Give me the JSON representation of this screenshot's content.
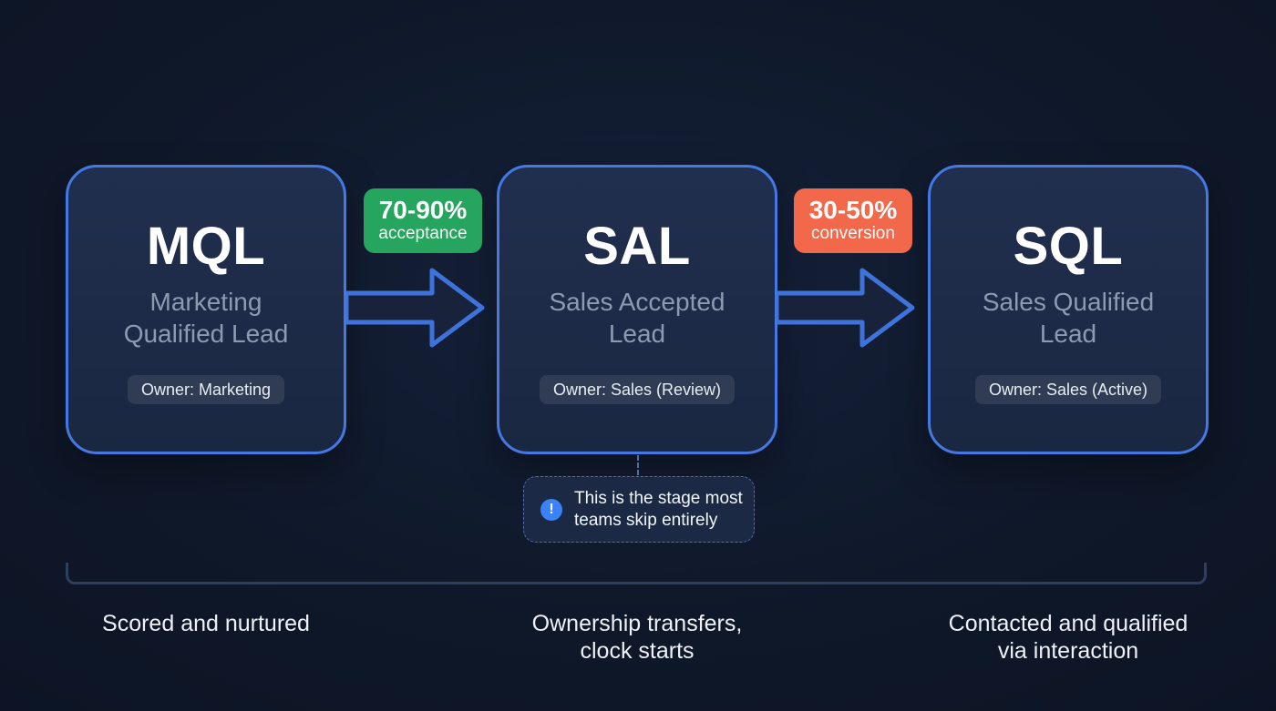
{
  "theme": {
    "background": "#0f1829",
    "card_background": "#1c2a45",
    "card_border_blue": "#4478e2",
    "arrow_blue": "#3f73dc",
    "accent_green": "#25a55d",
    "accent_orange": "#f2684b",
    "info_icon_blue": "#3b82f6",
    "muted_subtitle_text": "#8e9ab0",
    "bracket_line": "#2e3e5d"
  },
  "stages": [
    {
      "acronym": "MQL",
      "subtitle": "Marketing Qualified Lead",
      "subtitle_lines": [
        "Marketing",
        "Qualified Lead"
      ],
      "owner": "Owner: Marketing",
      "footnote": "Scored and nurtured",
      "footnote_lines": [
        "Scored and nurtured"
      ]
    },
    {
      "acronym": "SAL",
      "subtitle": "Sales Accepted Lead",
      "subtitle_lines": [
        "Sales Accepted",
        "Lead"
      ],
      "owner": "Owner: Sales (Review)",
      "footnote": "Ownership transfers, clock starts",
      "footnote_lines": [
        "Ownership transfers,",
        "clock starts"
      ]
    },
    {
      "acronym": "SQL",
      "subtitle": "Sales Qualified Lead",
      "subtitle_lines": [
        "Sales Qualified",
        "Lead"
      ],
      "owner": "Owner: Sales (Active)",
      "footnote": "Contacted and qualified via interaction",
      "footnote_lines": [
        "Contacted and qualified",
        "via interaction"
      ]
    }
  ],
  "transitions": [
    {
      "rate": "70-90%",
      "label": "acceptance",
      "color": "#25a55d"
    },
    {
      "rate": "30-50%",
      "label": "conversion",
      "color": "#f2684b"
    }
  ],
  "callout": {
    "icon_glyph": "!",
    "text": "This is the stage most teams skip entirely",
    "lines": [
      "This is the stage most",
      "teams skip entirely"
    ]
  }
}
